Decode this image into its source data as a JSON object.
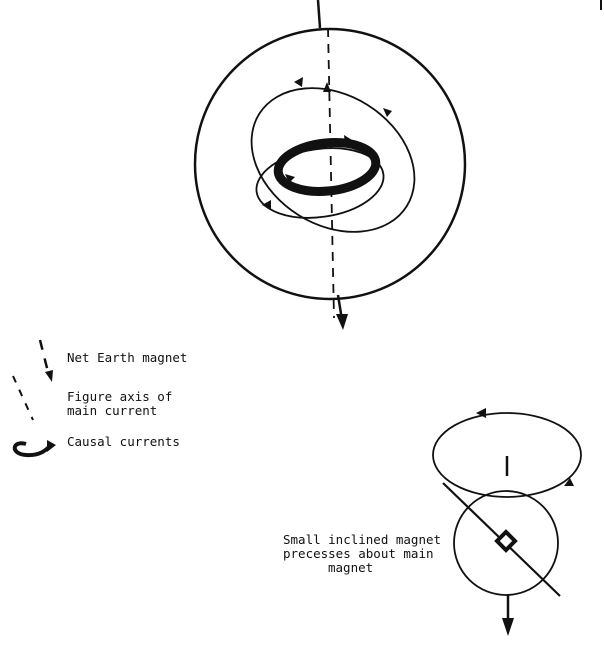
{
  "legend": {
    "net_magnet_label": "Net Earth magnet",
    "figure_axis_label_line1": "Figure axis of",
    "figure_axis_label_line2": "main current",
    "causal_currents_label": "Causal currents"
  },
  "inset": {
    "caption_line1": "Small inclined magnet",
    "caption_line2": "precesses about main",
    "caption_line3": "magnet"
  },
  "colors": {
    "ink": "#111111",
    "background": "#ffffff"
  }
}
